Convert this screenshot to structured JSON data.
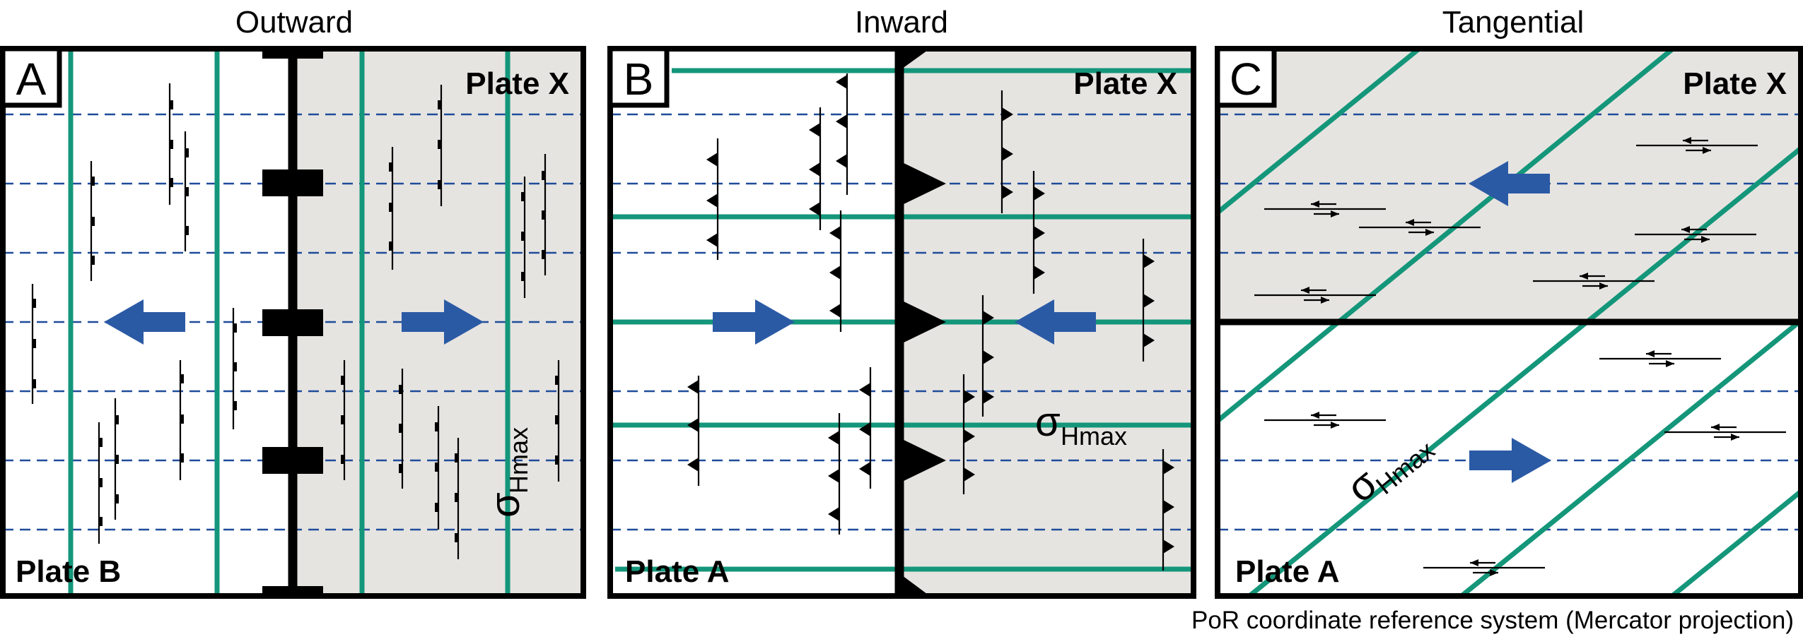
{
  "titles": {
    "a": "Outward",
    "b": "Inward",
    "c": "Tangential"
  },
  "panels": {
    "a": {
      "letter": "A",
      "plate_top": "Plate X",
      "plate_bottom": "Plate B"
    },
    "b": {
      "letter": "B",
      "plate_top": "Plate X",
      "plate_bottom": "Plate A"
    },
    "c": {
      "letter": "C",
      "plate_top": "Plate X",
      "plate_bottom": "Plate A"
    }
  },
  "stress_label": {
    "symbol": "σ",
    "subscript": "Hmax"
  },
  "caption": "PoR coordinate reference system (Mercator projection)",
  "colors": {
    "plate_fill": "#e6e4e1",
    "trajectory_green": "#14967a",
    "motion_arrow_blue": "#2b5aa5",
    "parallel_dashed_blue": "#1f4c9a"
  }
}
